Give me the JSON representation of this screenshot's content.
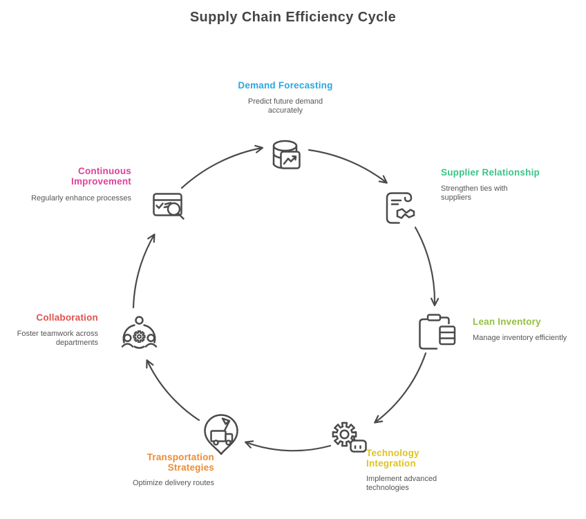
{
  "title": "Supply Chain Efficiency Cycle",
  "colors": {
    "title_text": "#454545",
    "body_text": "#555555",
    "line_art": "#4a4a4a"
  },
  "nodes": [
    {
      "id": "demand-forecasting",
      "label": "Demand Forecasting",
      "description": "Predict future demand accurately",
      "color": "#29a8df",
      "icon": "database-chart-icon"
    },
    {
      "id": "supplier-relationship",
      "label": "Supplier Relationship",
      "description": "Strengthen ties with suppliers",
      "color": "#3bc488",
      "icon": "contract-handshake-icon"
    },
    {
      "id": "lean-inventory",
      "label": "Lean Inventory",
      "description": "Manage inventory efficiently",
      "color": "#94c13f",
      "icon": "clipboard-stock-icon"
    },
    {
      "id": "technology-integration",
      "label": "Technology Integration",
      "description": "Implement advanced technologies",
      "color": "#e0c320",
      "icon": "gear-robot-icon"
    },
    {
      "id": "transportation-strategies",
      "label": "Transportation Strategies",
      "description": "Optimize delivery routes",
      "color": "#ee8b33",
      "icon": "delivery-pin-truck-icon"
    },
    {
      "id": "collaboration",
      "label": "Collaboration",
      "description": "Foster teamwork across departments",
      "color": "#e0534e",
      "icon": "team-gear-icon"
    },
    {
      "id": "continuous-improvement",
      "label": "Continuous Improvement",
      "description": "Regularly enhance processes",
      "color": "#df409d",
      "icon": "window-magnifier-icon"
    }
  ]
}
